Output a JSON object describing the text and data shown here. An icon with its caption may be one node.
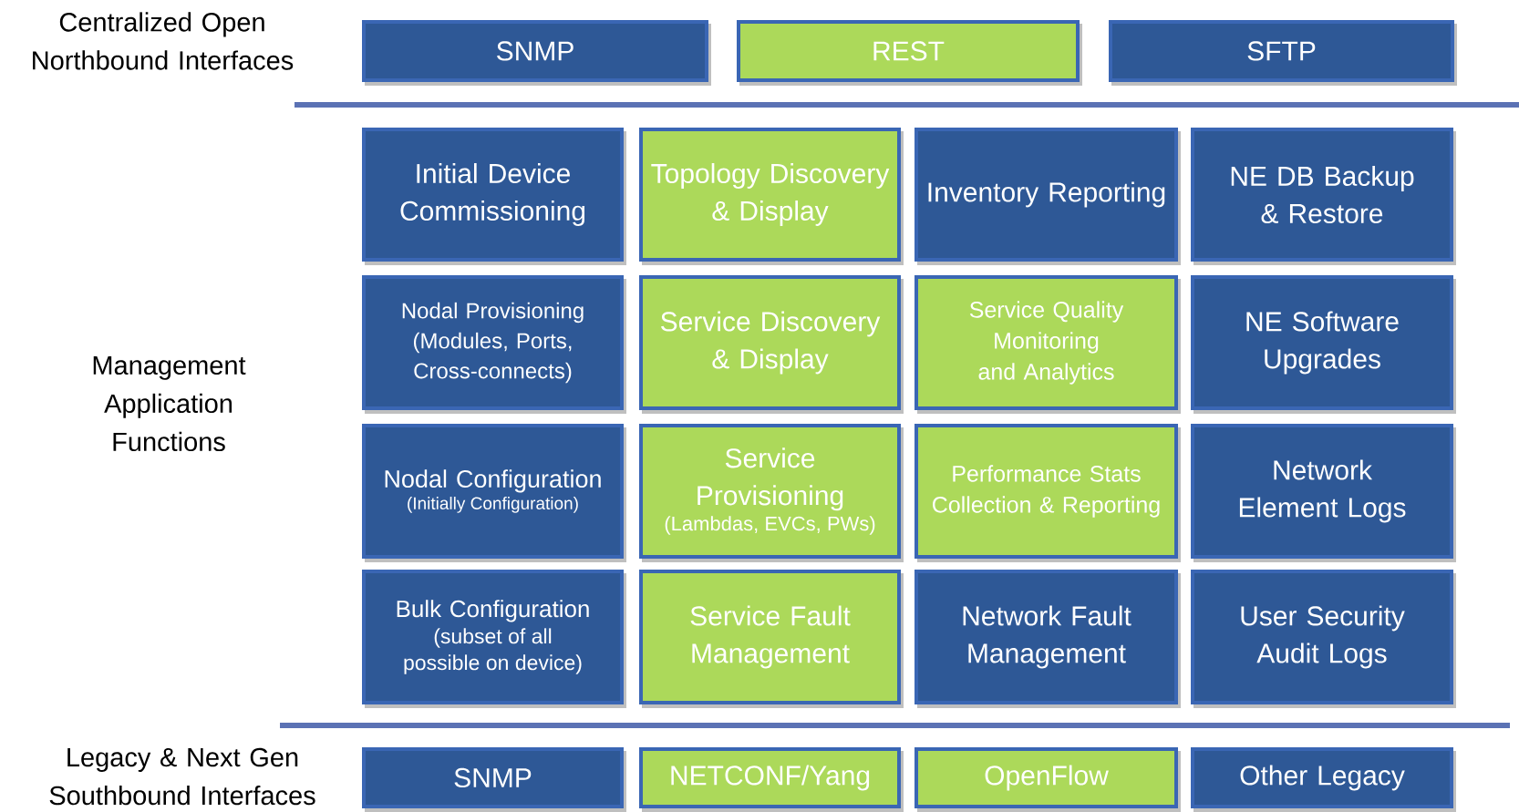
{
  "diagram": {
    "nodes": [
      {
        "text": [
          "SNMP"
        ]
      },
      {
        "text": [
          "REST"
        ]
      },
      {
        "text": [
          "SFTP"
        ]
      },
      {
        "text": [
          "Initial Device Commissioning"
        ]
      },
      {
        "text": [
          "Topology Discovery & Display"
        ]
      },
      {
        "text": [
          "Inventory Reporting"
        ]
      },
      {
        "text": [
          "NE DB Backup & Restore"
        ]
      },
      {
        "text": [
          "Nodal Provisioning (Modules, Ports, Cross-connects)"
        ]
      },
      {
        "text": [
          "Service Discovery & Display"
        ]
      },
      {
        "text": [
          "Service Quality Monitoring and Analytics"
        ]
      },
      {
        "text": [
          "NE Software Upgrades"
        ]
      },
      {
        "text": [
          "Nodal Configuration",
          "(Initially Configuration)"
        ]
      },
      {
        "text": [
          "Service Provisioning",
          "(Lambdas, EVCs, PWs)"
        ]
      },
      {
        "text": [
          "Performance Stats Collection & Reporting"
        ]
      },
      {
        "text": [
          "Network Element Logs"
        ]
      },
      {
        "text": [
          "Bulk Configuration",
          "(subset of all possible on device)"
        ]
      },
      {
        "text": [
          "Service Fault Management"
        ]
      },
      {
        "text": [
          "Network Fault Management"
        ]
      },
      {
        "text": [
          "User Security Audit Logs"
        ]
      },
      {
        "text": [
          "SNMP"
        ]
      },
      {
        "text": [
          "NETCONF/Yang"
        ]
      },
      {
        "text": [
          "OpenFlow"
        ]
      },
      {
        "text": [
          "Other Legacy"
        ]
      }
    ],
    "labels": [
      "Centralized Open Northbound Interfaces",
      "Management Application Functions",
      "Legacy & Next Gen Southbound Interfaces"
    ]
  }
}
